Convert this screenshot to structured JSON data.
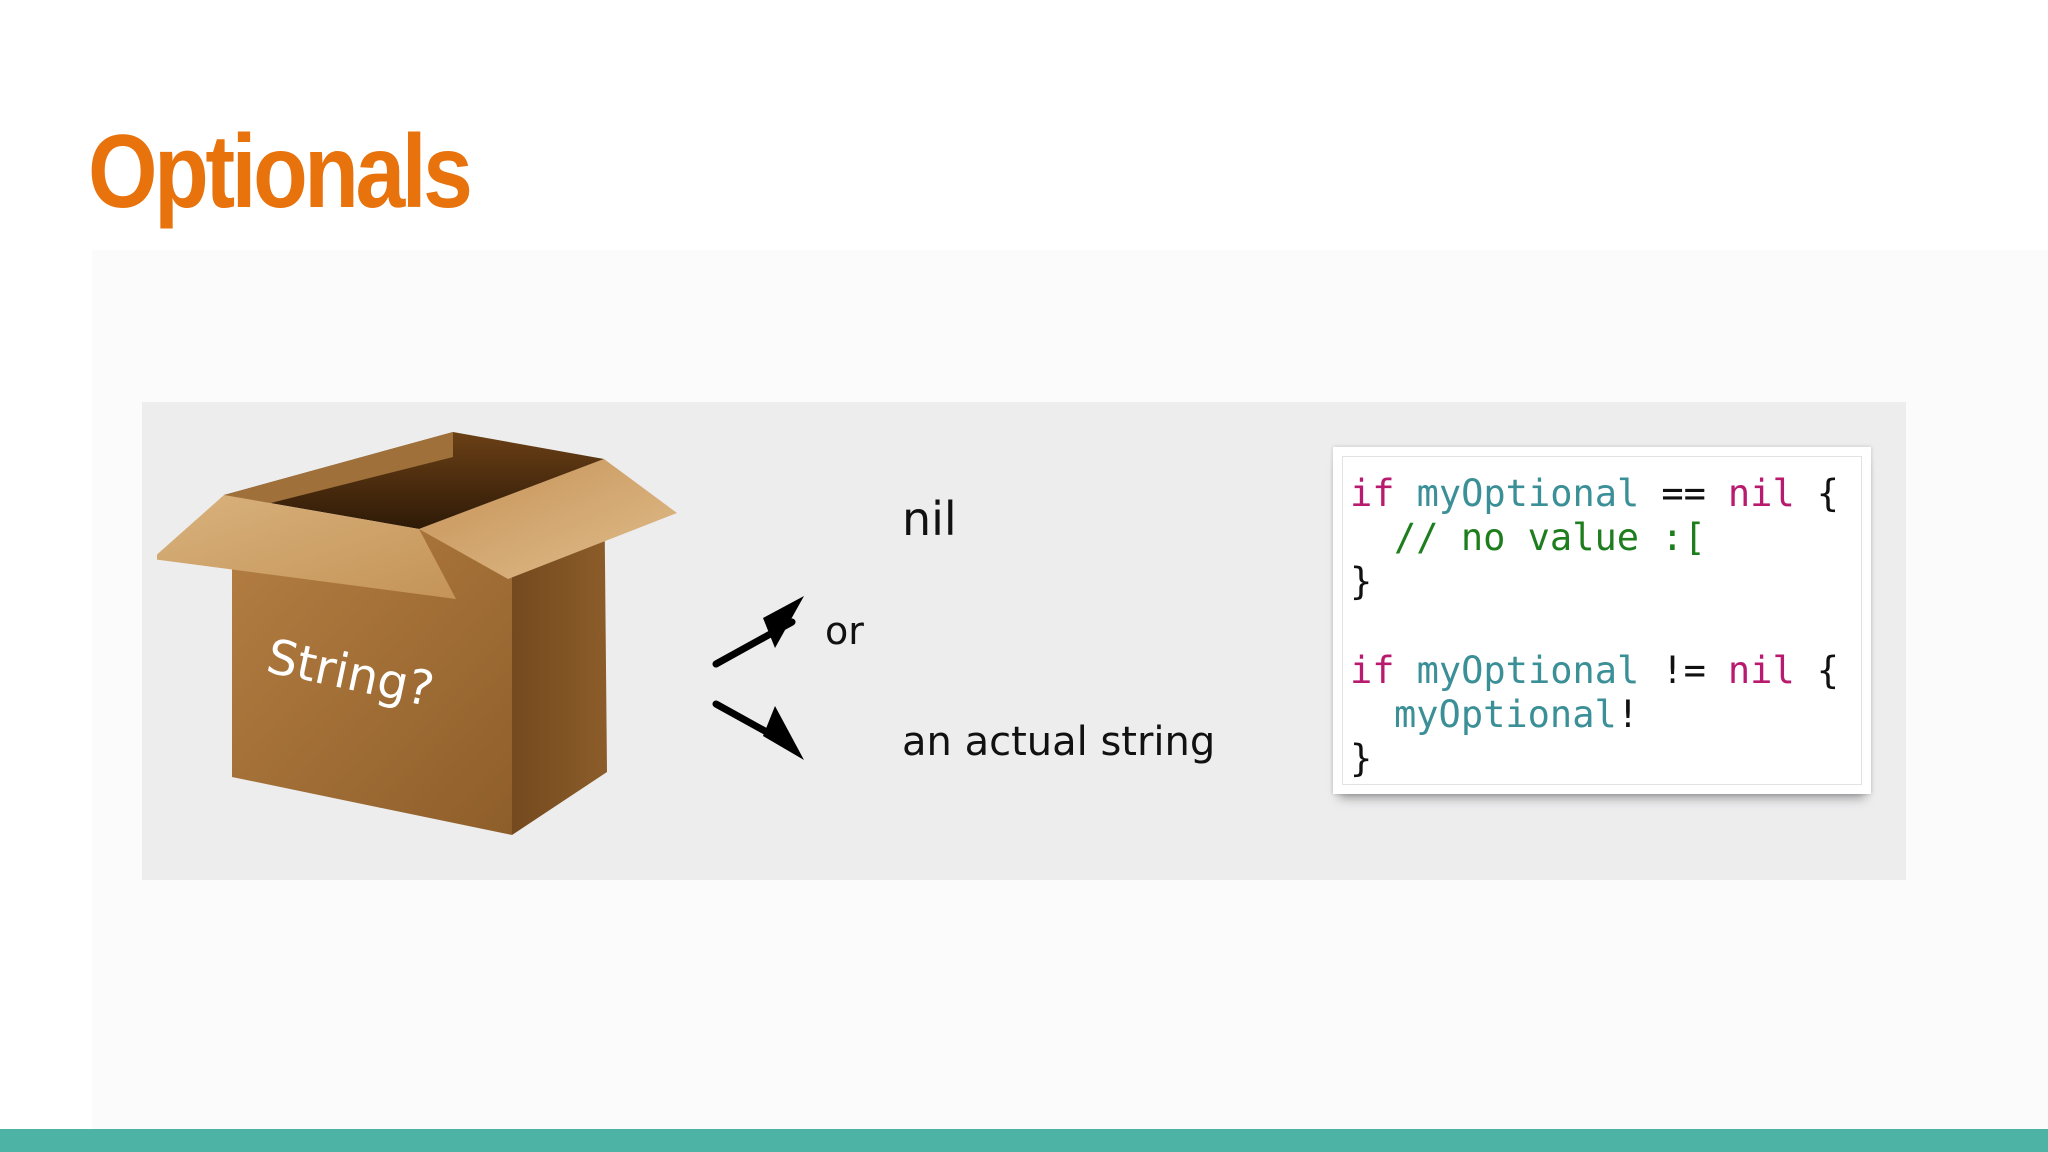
{
  "colors": {
    "title": "#e8720c",
    "figure_background": "#ededee",
    "footer_bar": "#4db3a4",
    "code_keyword": "#b81a6e",
    "code_identifier": "#3b8f96",
    "code_comment": "#1e7e1e",
    "code_plain": "#111111",
    "box_front": "#a8743a",
    "box_side": "#7a4d20",
    "box_flap": "#d8ad72",
    "arrow": "#000000"
  },
  "slide": {
    "title": "Optionals"
  },
  "figure": {
    "box_label": "String?",
    "outcome_nil": "nil",
    "connector": "or",
    "outcome_value": "an actual string",
    "code": {
      "line1": {
        "keyword": "if",
        "identifier": "myOptional",
        "operator": "==",
        "value": "nil",
        "brace": "{"
      },
      "line2": {
        "comment": "// no value :["
      },
      "line3": {
        "brace": "}"
      },
      "line4": {
        "keyword": "if",
        "identifier": "myOptional",
        "operator": "!=",
        "value": "nil",
        "brace": "{"
      },
      "line5": {
        "identifier": "myOptional",
        "unwrap": "!"
      },
      "line6": {
        "brace": "}"
      }
    }
  }
}
